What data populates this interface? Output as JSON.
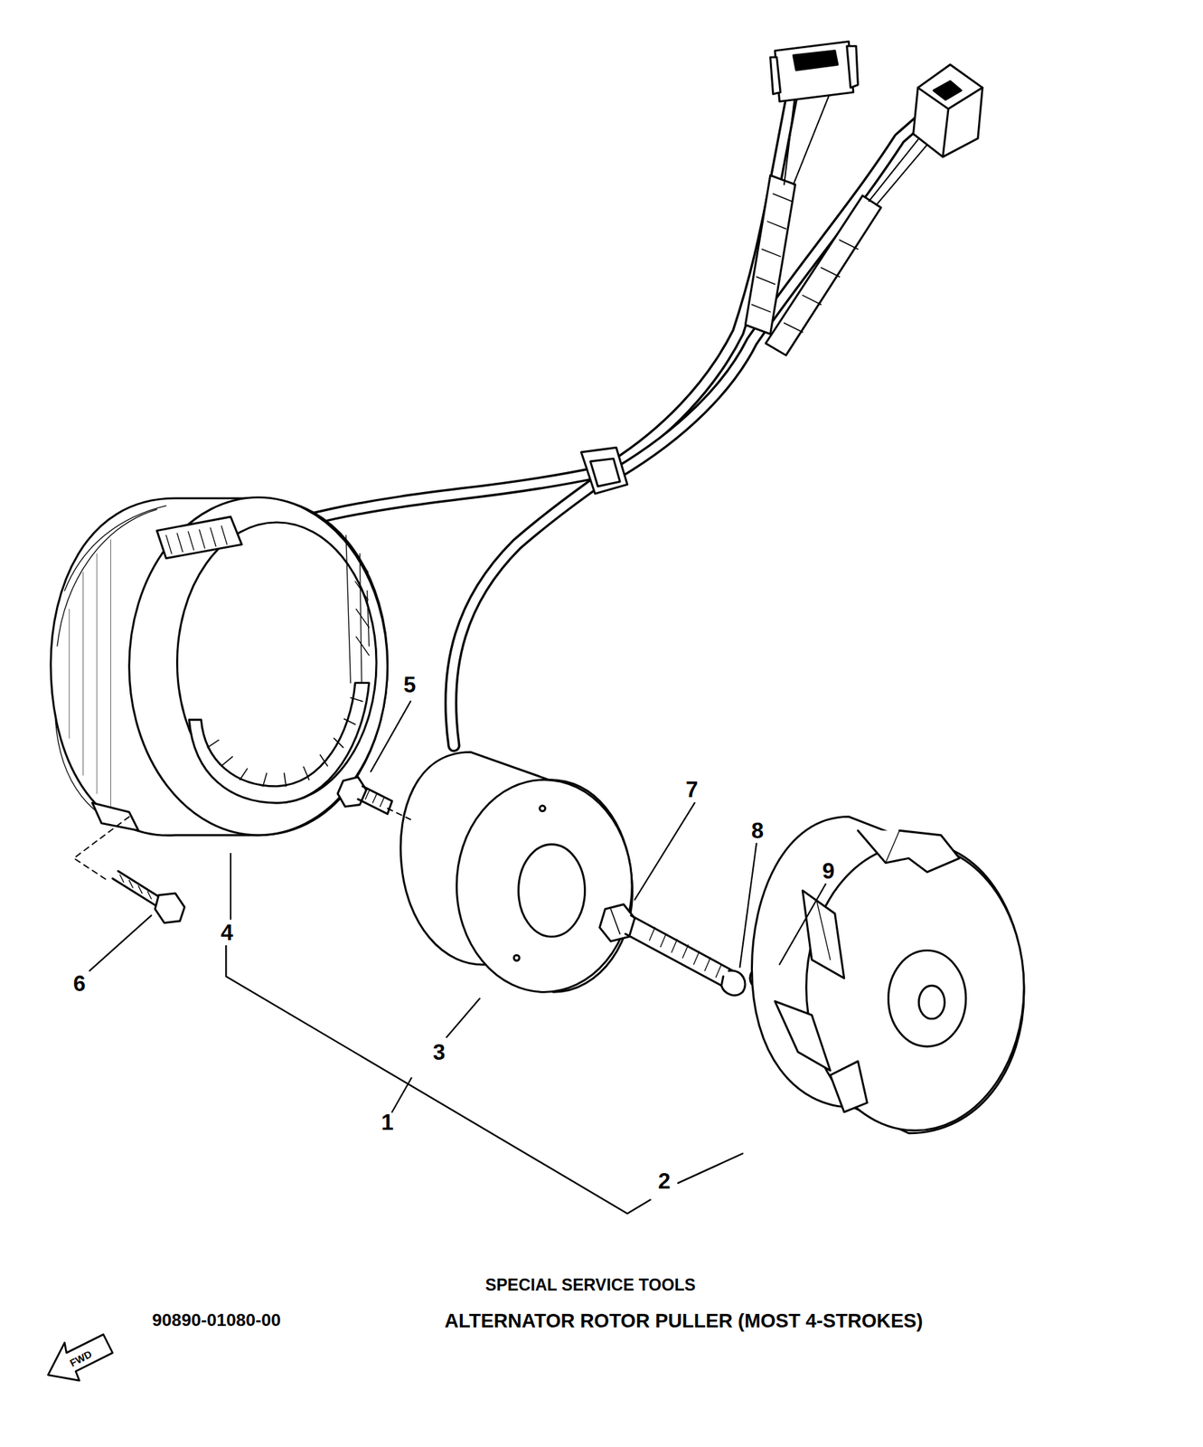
{
  "diagram": {
    "labels": [
      "5",
      "7",
      "8",
      "9",
      "6",
      "4",
      "3",
      "1",
      "2",
      "SPECIAL SERVICE TOOLS",
      "90890-01080-00",
      "ALTERNATOR ROTOR PULLER (MOST 4-STROKES)",
      "FWD"
    ]
  }
}
